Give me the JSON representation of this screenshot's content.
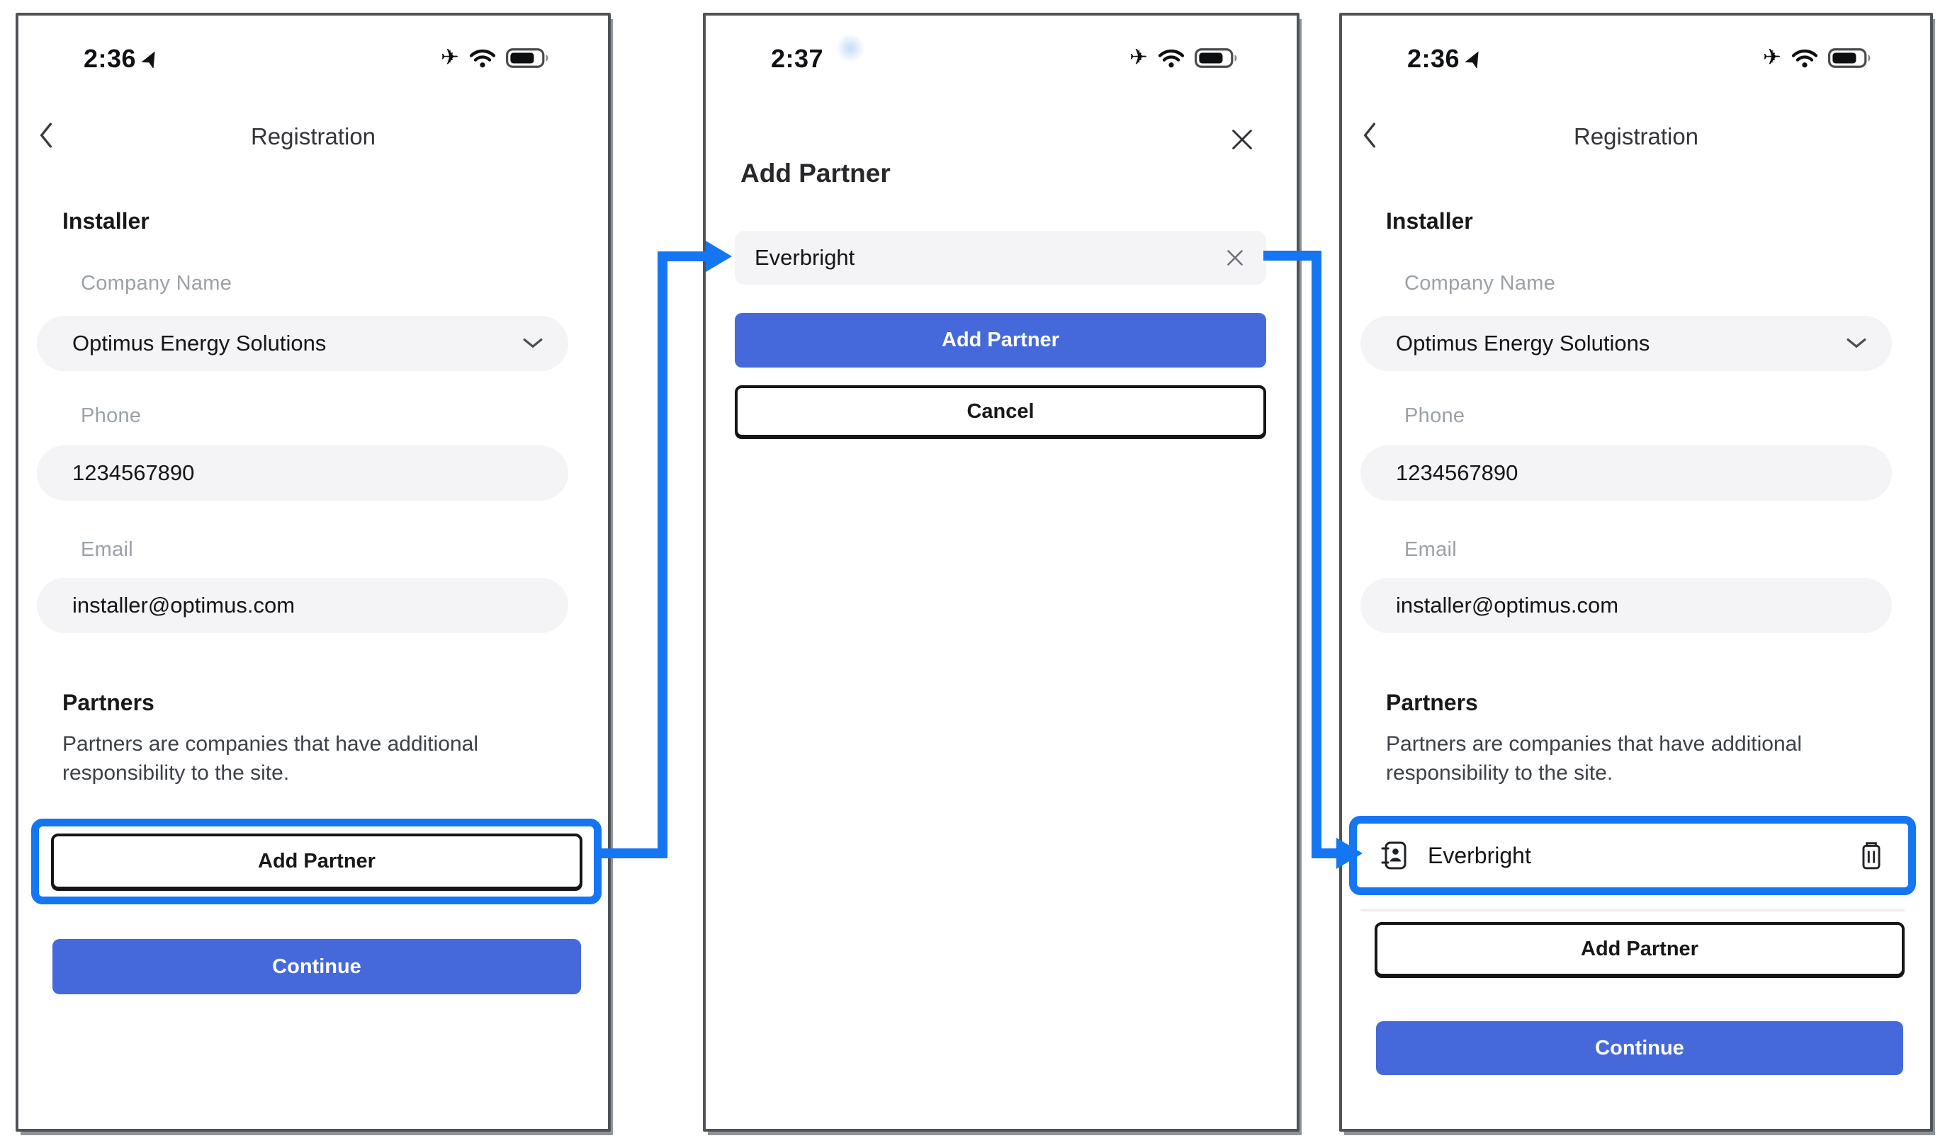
{
  "colors": {
    "accent_blue": "#1476F2",
    "button_blue": "#4569DA",
    "frame_gray": "#4F5358"
  },
  "icons": {
    "location_arrow": "navigation-arrow",
    "airplane": "✈",
    "wifi": "wifi-arcs",
    "battery": "battery-full",
    "back": "chevron-left",
    "dropdown": "chevron-down",
    "close": "×",
    "clear": "×",
    "partner": "contact-card",
    "delete": "trash-can"
  },
  "screen1": {
    "time": "2:36",
    "nav_title": "Registration",
    "installer": {
      "heading": "Installer",
      "company": {
        "label": "Company Name",
        "value": "Optimus Energy Solutions"
      },
      "phone": {
        "label": "Phone",
        "value": "1234567890"
      },
      "email": {
        "label": "Email",
        "value": "installer@optimus.com"
      }
    },
    "partners": {
      "heading": "Partners",
      "description": "Partners are companies that have additional responsibility to the site."
    },
    "add_partner_button": "Add Partner",
    "continue_button": "Continue"
  },
  "screen2": {
    "time": "2:37",
    "title": "Add Partner",
    "partner_input": {
      "value": "Everbright"
    },
    "add_partner_button": "Add Partner",
    "cancel_button": "Cancel"
  },
  "screen3": {
    "time": "2:36",
    "nav_title": "Registration",
    "installer": {
      "heading": "Installer",
      "company": {
        "label": "Company Name",
        "value": "Optimus Energy Solutions"
      },
      "phone": {
        "label": "Phone",
        "value": "1234567890"
      },
      "email": {
        "label": "Email",
        "value": "installer@optimus.com"
      }
    },
    "partners": {
      "heading": "Partners",
      "description": "Partners are companies that have additional responsibility to the site.",
      "items": [
        {
          "name": "Everbright"
        }
      ]
    },
    "add_partner_button": "Add Partner",
    "continue_button": "Continue"
  }
}
